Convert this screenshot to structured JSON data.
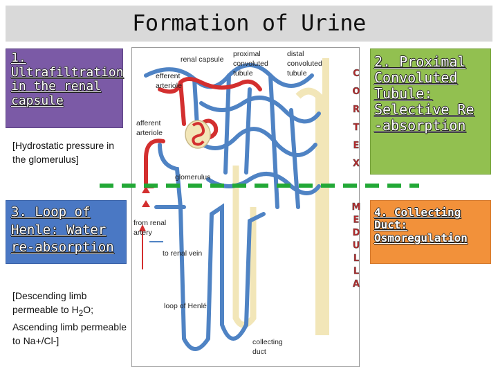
{
  "title": "Formation of Urine",
  "panels": {
    "ultrafiltration": {
      "heading": "1. Ultrafiltration in the renal capsule",
      "note": "[Hydrostatic pressure in the glomerulus]"
    },
    "proximal": {
      "heading": "2. Proximal Convoluted Tubule: Selective Re -absorption"
    },
    "loop": {
      "heading": "3. Loop of Henle: Water re-absorption",
      "note_line1": "[Descending limb permeable to H",
      "note_sub": "2",
      "note_line2": "O; Ascending limb permeable to Na+/Cl-]"
    },
    "collecting": {
      "heading": "4. Collecting Duct: Osmoregulation"
    }
  },
  "diagram": {
    "labels": {
      "renal_capsule": "renal capsule",
      "proximal_1": "proximal",
      "proximal_2": "convoluted",
      "proximal_3": "tubule",
      "distal_1": "distal",
      "distal_2": "convoluted",
      "distal_3": "tubule",
      "efferent_1": "efferent",
      "efferent_2": "arteriole",
      "afferent_1": "afferent",
      "afferent_2": "arteriole",
      "glomerulus": "glomerulus",
      "from_renal_1": "from renal",
      "from_renal_2": "artery",
      "to_renal_vein": "to renal vein",
      "loop_of_henle": "loop of Henlé",
      "collecting_1": "collecting",
      "collecting_2": "duct"
    },
    "cortex_letters": [
      "C",
      "O",
      "R",
      "T",
      "E",
      "X"
    ],
    "medulla_letters": [
      "M",
      "E",
      "D",
      "U",
      "L",
      "L",
      "A"
    ]
  },
  "colors": {
    "artery": "#d32f2f",
    "vein": "#4f83c4",
    "tubule": "#f2e6b8",
    "divider": "#22a836",
    "letters": "#b4282a"
  }
}
